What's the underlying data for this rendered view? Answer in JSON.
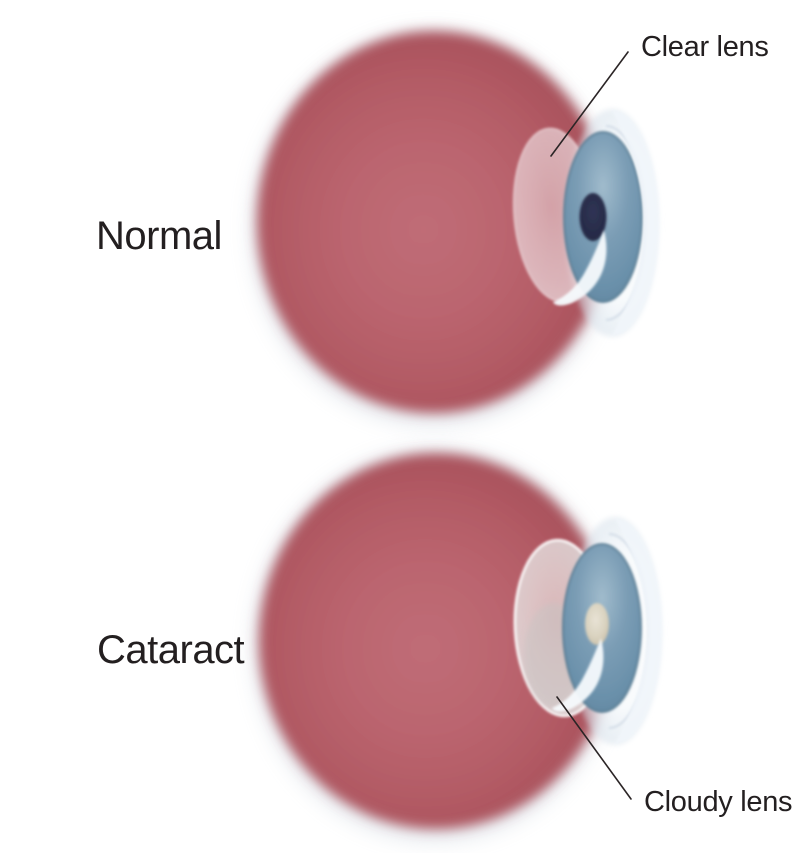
{
  "figure": {
    "panels": [
      {
        "id": "normal",
        "side_label": "Normal",
        "annotation_label": "Clear lens"
      },
      {
        "id": "cataract",
        "side_label": "Cataract",
        "annotation_label": "Cloudy lens"
      }
    ]
  },
  "colors": {
    "label_text": "#231f20",
    "annotation_line": "#2b2526",
    "eyeball_red": "#b7626c",
    "eyeball_red_edge": "#a7515b",
    "iris_blue": "#7b9db5",
    "iris_rim_blue": "#54788f",
    "pupil_navy": "#272c4b",
    "cloudy_pupil_tan": "#d8d1bf",
    "lens_clear_tint": "#ead8db",
    "lens_cloudy_tint": "#e4e0df",
    "cornea_white": "#f1f6fb",
    "halo_gray": "#b3bdcc"
  }
}
